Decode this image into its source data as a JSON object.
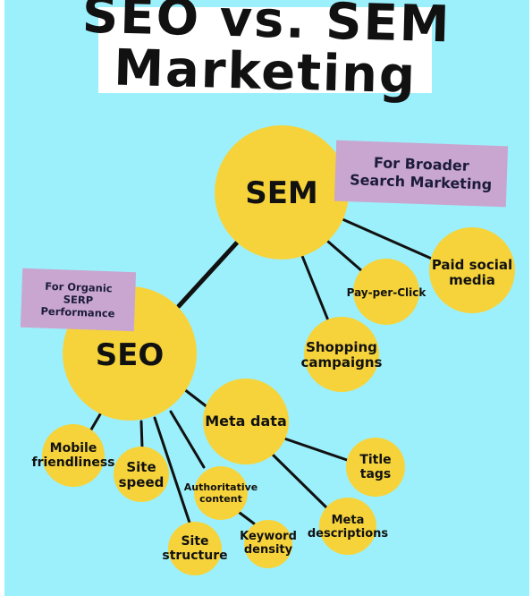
{
  "title": "SEO vs. SEM\nMarketing",
  "colors": {
    "background": "#9cf0fb",
    "node": "#f6d33b",
    "tag": "#c9a6cf",
    "line": "#111111"
  },
  "tags": {
    "sem": "For Broader\nSearch Marketing",
    "seo": "For Organic\nSERP\nPerformance"
  },
  "nodes": {
    "sem": "SEM",
    "seo": "SEO",
    "paid_social": "Paid social\nmedia",
    "ppc": "Pay-per-Click",
    "shopping": "Shopping\ncampaigns",
    "meta_data": "Meta data",
    "title_tags": "Title\ntags",
    "meta_descriptions": "Meta\ndescriptions",
    "mobile": "Mobile\nfriendliness",
    "site_speed": "Site\nspeed",
    "authoritative": "Authoritative\ncontent",
    "keyword": "Keyword\ndensity",
    "site_structure": "Site\nstructure"
  }
}
